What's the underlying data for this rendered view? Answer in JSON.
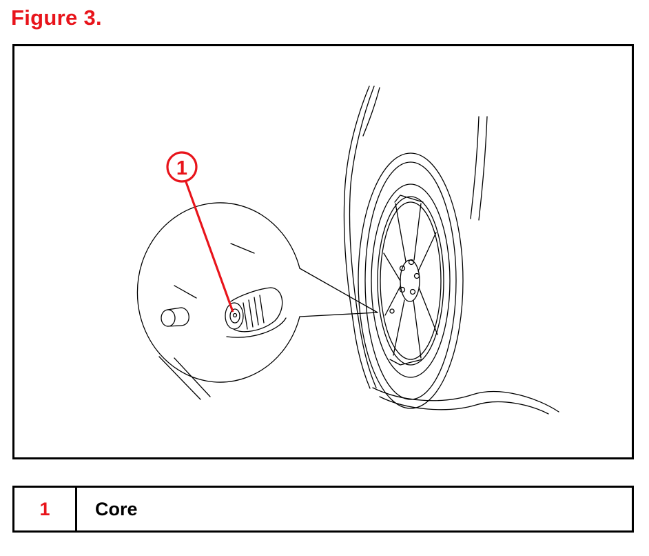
{
  "figure": {
    "title": "Figure 3.",
    "callout_number": "1"
  },
  "legend": {
    "items": [
      {
        "number": "1",
        "label": "Core"
      }
    ]
  },
  "colors": {
    "accent": "#e8141b",
    "line": "#000000"
  }
}
